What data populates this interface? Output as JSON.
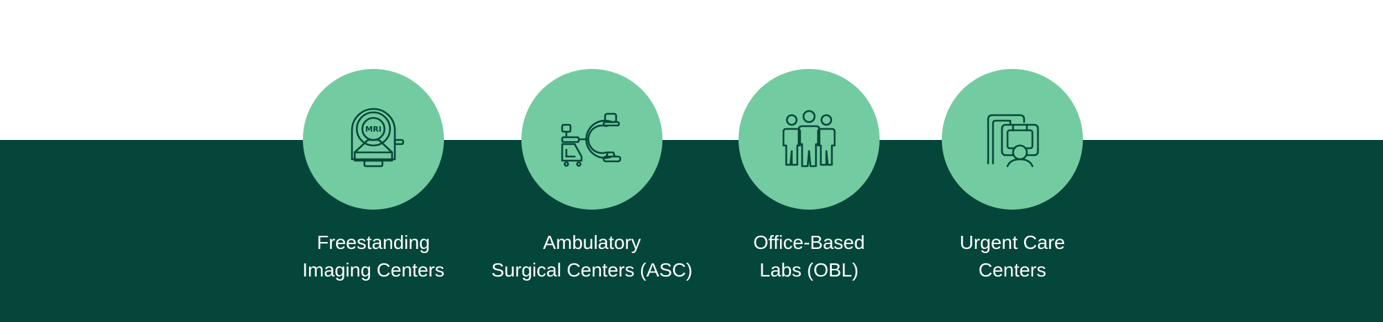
{
  "colors": {
    "background_top": "#ffffff",
    "background_bottom": "#05463a",
    "circle": "#73cca1",
    "icon_stroke": "#05463a",
    "label_text": "#ffffff"
  },
  "items": [
    {
      "icon": "mri-scanner-icon",
      "icon_text": "MRI",
      "label_line1": "Freestanding",
      "label_line2": "Imaging Centers"
    },
    {
      "icon": "c-arm-surgical-icon",
      "label_line1": "Ambulatory",
      "label_line2": "Surgical Centers (ASC)"
    },
    {
      "icon": "people-group-icon",
      "label_line1": "Office-Based",
      "label_line2": "Labs (OBL)"
    },
    {
      "icon": "xray-patient-icon",
      "label_line1": "Urgent Care",
      "label_line2": "Centers"
    }
  ]
}
